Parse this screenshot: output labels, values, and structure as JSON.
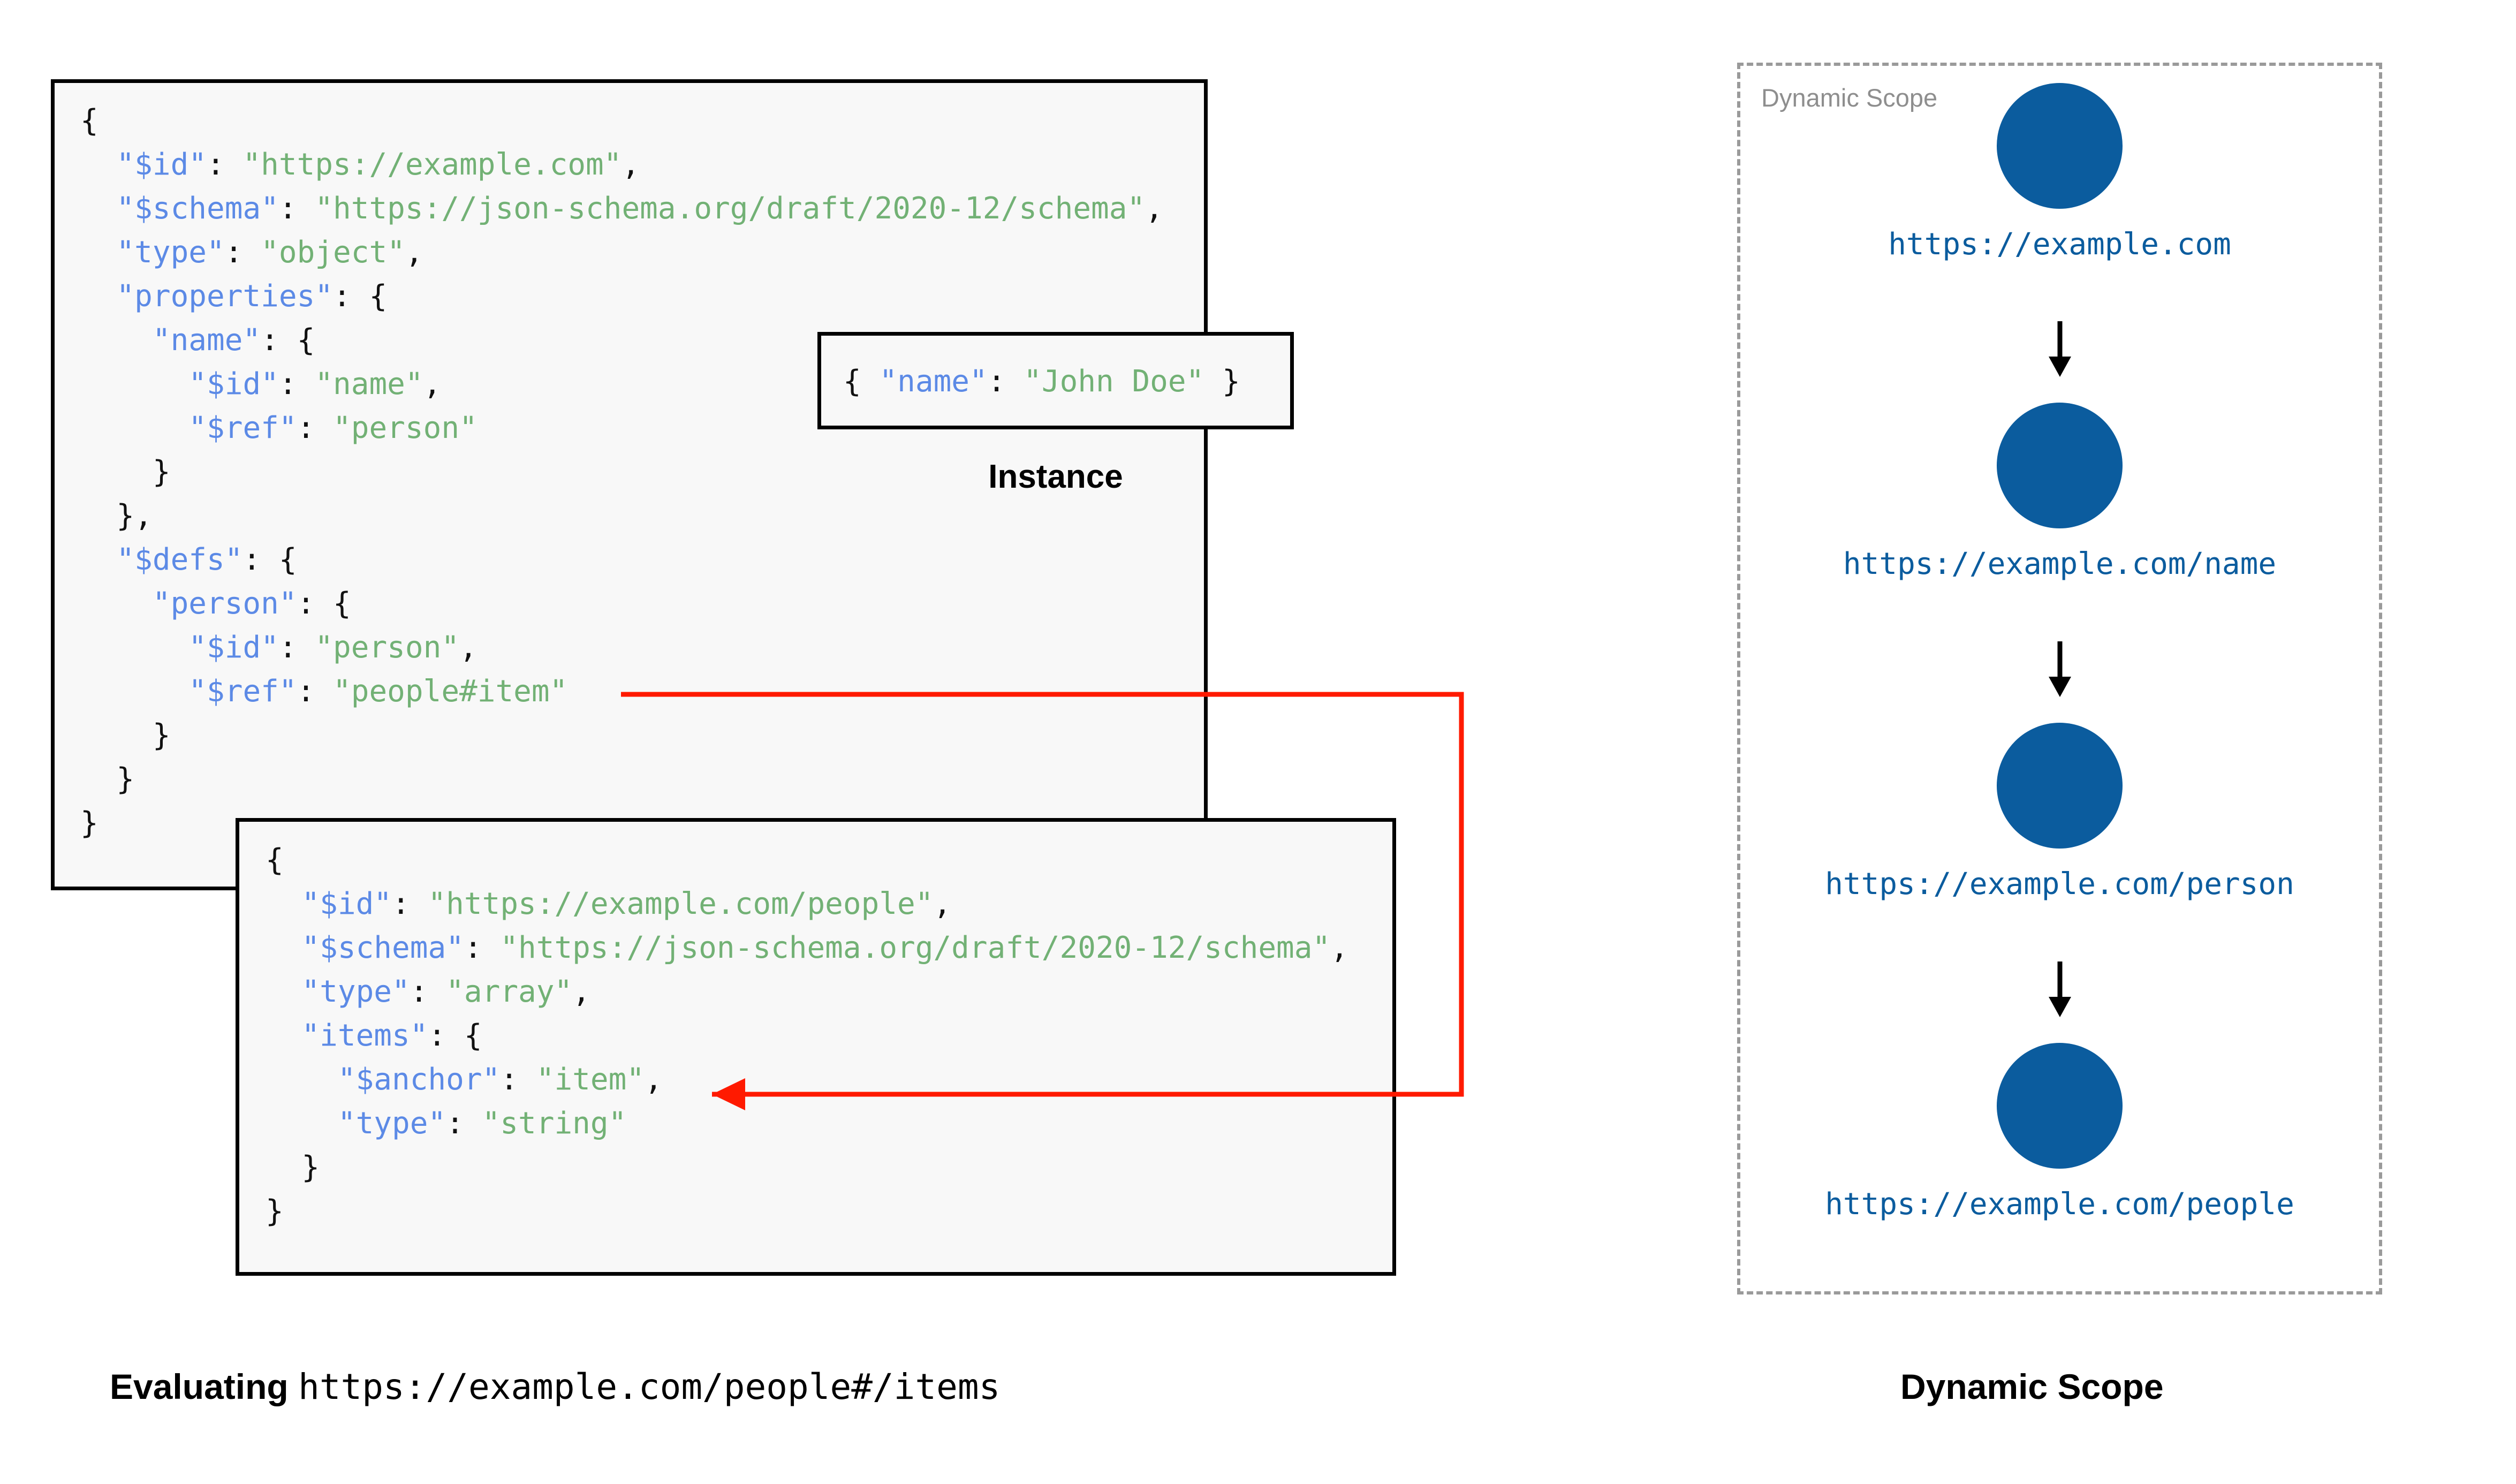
{
  "colors": {
    "json_key": "#5c8ae6",
    "json_string": "#72b175",
    "box_background": "#f8f8f8",
    "box_border": "#000000",
    "node_blue": "#0b5c9e",
    "ref_arrow_red": "#ff1a00",
    "dashed_border_gray": "#9a9a9a",
    "scope_title_gray": "#8e8e8e"
  },
  "schema_main": {
    "lines": [
      [
        {
          "t": "{",
          "c": "p"
        }
      ],
      [
        {
          "t": "  ",
          "c": "p"
        },
        {
          "t": "\"$id\"",
          "c": "k"
        },
        {
          "t": ": ",
          "c": "p"
        },
        {
          "t": "\"https://example.com\"",
          "c": "s"
        },
        {
          "t": ",",
          "c": "p"
        }
      ],
      [
        {
          "t": "  ",
          "c": "p"
        },
        {
          "t": "\"$schema\"",
          "c": "k"
        },
        {
          "t": ": ",
          "c": "p"
        },
        {
          "t": "\"https://json-schema.org/draft/2020-12/schema\"",
          "c": "s"
        },
        {
          "t": ",",
          "c": "p"
        }
      ],
      [
        {
          "t": "  ",
          "c": "p"
        },
        {
          "t": "\"type\"",
          "c": "k"
        },
        {
          "t": ": ",
          "c": "p"
        },
        {
          "t": "\"object\"",
          "c": "s"
        },
        {
          "t": ",",
          "c": "p"
        }
      ],
      [
        {
          "t": "  ",
          "c": "p"
        },
        {
          "t": "\"properties\"",
          "c": "k"
        },
        {
          "t": ": {",
          "c": "p"
        }
      ],
      [
        {
          "t": "    ",
          "c": "p"
        },
        {
          "t": "\"name\"",
          "c": "k"
        },
        {
          "t": ": {",
          "c": "p"
        }
      ],
      [
        {
          "t": "      ",
          "c": "p"
        },
        {
          "t": "\"$id\"",
          "c": "k"
        },
        {
          "t": ": ",
          "c": "p"
        },
        {
          "t": "\"name\"",
          "c": "s"
        },
        {
          "t": ",",
          "c": "p"
        }
      ],
      [
        {
          "t": "      ",
          "c": "p"
        },
        {
          "t": "\"$ref\"",
          "c": "k"
        },
        {
          "t": ": ",
          "c": "p"
        },
        {
          "t": "\"person\"",
          "c": "s"
        }
      ],
      [
        {
          "t": "    }",
          "c": "p"
        }
      ],
      [
        {
          "t": "  },",
          "c": "p"
        }
      ],
      [
        {
          "t": "  ",
          "c": "p"
        },
        {
          "t": "\"$defs\"",
          "c": "k"
        },
        {
          "t": ": {",
          "c": "p"
        }
      ],
      [
        {
          "t": "    ",
          "c": "p"
        },
        {
          "t": "\"person\"",
          "c": "k"
        },
        {
          "t": ": {",
          "c": "p"
        }
      ],
      [
        {
          "t": "      ",
          "c": "p"
        },
        {
          "t": "\"$id\"",
          "c": "k"
        },
        {
          "t": ": ",
          "c": "p"
        },
        {
          "t": "\"person\"",
          "c": "s"
        },
        {
          "t": ",",
          "c": "p"
        }
      ],
      [
        {
          "t": "      ",
          "c": "p"
        },
        {
          "t": "\"$ref\"",
          "c": "k"
        },
        {
          "t": ": ",
          "c": "p"
        },
        {
          "t": "\"people#item\"",
          "c": "s"
        }
      ],
      [
        {
          "t": "    }",
          "c": "p"
        }
      ],
      [
        {
          "t": "  }",
          "c": "p"
        }
      ],
      [
        {
          "t": "}",
          "c": "p"
        }
      ]
    ]
  },
  "instance": {
    "label": "Instance",
    "lines": [
      [
        {
          "t": "{ ",
          "c": "p"
        },
        {
          "t": "\"name\"",
          "c": "k"
        },
        {
          "t": ": ",
          "c": "p"
        },
        {
          "t": "\"John Doe\"",
          "c": "s"
        },
        {
          "t": " }",
          "c": "p"
        }
      ]
    ]
  },
  "schema_people": {
    "lines": [
      [
        {
          "t": "{",
          "c": "p"
        }
      ],
      [
        {
          "t": "  ",
          "c": "p"
        },
        {
          "t": "\"$id\"",
          "c": "k"
        },
        {
          "t": ": ",
          "c": "p"
        },
        {
          "t": "\"https://example.com/people\"",
          "c": "s"
        },
        {
          "t": ",",
          "c": "p"
        }
      ],
      [
        {
          "t": "  ",
          "c": "p"
        },
        {
          "t": "\"$schema\"",
          "c": "k"
        },
        {
          "t": ": ",
          "c": "p"
        },
        {
          "t": "\"https://json-schema.org/draft/2020-12/schema\"",
          "c": "s"
        },
        {
          "t": ",",
          "c": "p"
        }
      ],
      [
        {
          "t": "  ",
          "c": "p"
        },
        {
          "t": "\"type\"",
          "c": "k"
        },
        {
          "t": ": ",
          "c": "p"
        },
        {
          "t": "\"array\"",
          "c": "s"
        },
        {
          "t": ",",
          "c": "p"
        }
      ],
      [
        {
          "t": "  ",
          "c": "p"
        },
        {
          "t": "\"items\"",
          "c": "k"
        },
        {
          "t": ": {",
          "c": "p"
        }
      ],
      [
        {
          "t": "    ",
          "c": "p"
        },
        {
          "t": "\"$anchor\"",
          "c": "k"
        },
        {
          "t": ": ",
          "c": "p"
        },
        {
          "t": "\"item\"",
          "c": "s"
        },
        {
          "t": ",",
          "c": "p"
        }
      ],
      [
        {
          "t": "    ",
          "c": "p"
        },
        {
          "t": "\"type\"",
          "c": "k"
        },
        {
          "t": ": ",
          "c": "p"
        },
        {
          "t": "\"string\"",
          "c": "s"
        }
      ],
      [
        {
          "t": "  }",
          "c": "p"
        }
      ],
      [
        {
          "t": "}",
          "c": "p"
        }
      ]
    ]
  },
  "reference_arrow": {
    "from_text": "\"people#item\"",
    "to_text": "\"$anchor\": \"item\"",
    "color": "#ff1a00"
  },
  "dynamic_scope": {
    "title": "Dynamic Scope",
    "caption": "Dynamic Scope",
    "nodes": [
      {
        "url": "https://example.com"
      },
      {
        "url": "https://example.com/name"
      },
      {
        "url": "https://example.com/person"
      },
      {
        "url": "https://example.com/people"
      }
    ]
  },
  "evaluating_caption": {
    "prefix": "Evaluating ",
    "uri": "https://example.com/people#/items"
  }
}
